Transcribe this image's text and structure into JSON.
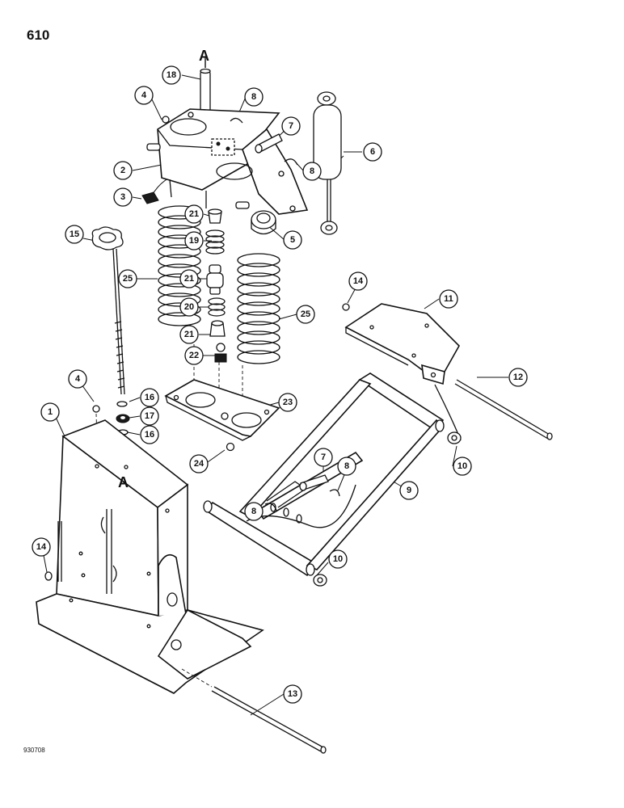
{
  "page_number": "610",
  "figure_code": "930708",
  "section_marker": "A",
  "callouts": [
    {
      "id": "c1",
      "label": "1"
    },
    {
      "id": "c2",
      "label": "2"
    },
    {
      "id": "c3",
      "label": "3"
    },
    {
      "id": "c4a",
      "label": "4"
    },
    {
      "id": "c4b",
      "label": "4"
    },
    {
      "id": "c5",
      "label": "5"
    },
    {
      "id": "c6",
      "label": "6"
    },
    {
      "id": "c7a",
      "label": "7"
    },
    {
      "id": "c7b",
      "label": "7"
    },
    {
      "id": "c8a",
      "label": "8"
    },
    {
      "id": "c8b",
      "label": "8"
    },
    {
      "id": "c8c",
      "label": "8"
    },
    {
      "id": "c8d",
      "label": "8"
    },
    {
      "id": "c9",
      "label": "9"
    },
    {
      "id": "c10a",
      "label": "10"
    },
    {
      "id": "c10b",
      "label": "10"
    },
    {
      "id": "c11",
      "label": "11"
    },
    {
      "id": "c12",
      "label": "12"
    },
    {
      "id": "c13",
      "label": "13"
    },
    {
      "id": "c14a",
      "label": "14"
    },
    {
      "id": "c14b",
      "label": "14"
    },
    {
      "id": "c15",
      "label": "15"
    },
    {
      "id": "c16a",
      "label": "16"
    },
    {
      "id": "c16b",
      "label": "16"
    },
    {
      "id": "c17",
      "label": "17"
    },
    {
      "id": "c18",
      "label": "18"
    },
    {
      "id": "c19",
      "label": "19"
    },
    {
      "id": "c20",
      "label": "20"
    },
    {
      "id": "c21a",
      "label": "21"
    },
    {
      "id": "c21b",
      "label": "21"
    },
    {
      "id": "c21c",
      "label": "21"
    },
    {
      "id": "c22",
      "label": "22"
    },
    {
      "id": "c23",
      "label": "23"
    },
    {
      "id": "c24",
      "label": "24"
    },
    {
      "id": "c25a",
      "label": "25"
    },
    {
      "id": "c25b",
      "label": "25"
    }
  ]
}
